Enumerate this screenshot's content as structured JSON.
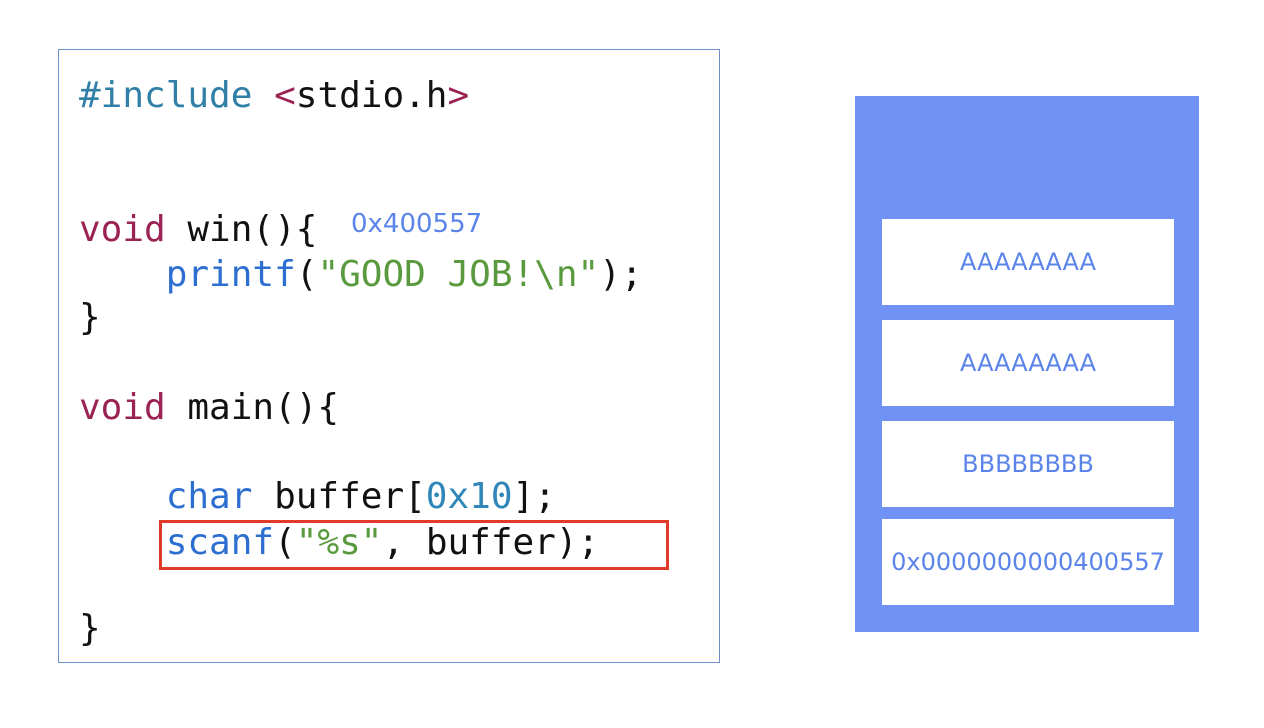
{
  "code": {
    "line1": {
      "directive": "#include",
      "space": " ",
      "lt": "<",
      "header": "stdio.h",
      "gt": ">"
    },
    "line2": {
      "type": "void",
      "rest": " win(){"
    },
    "line3": {
      "indent": "    ",
      "func": "printf",
      "open": "(",
      "str": "\"GOOD JOB!\\n\"",
      "close": ");"
    },
    "line4": {
      "text": "}"
    },
    "line5": {
      "type": "void",
      "rest": " main(){"
    },
    "line6": {
      "indent": "    ",
      "type": "char",
      "mid": " buffer[",
      "num": "0x10",
      "close": "];"
    },
    "line7": {
      "indent": "    ",
      "func": "scanf",
      "open": "(",
      "str": "\"%s\"",
      "close": ", buffer);"
    },
    "line8": {
      "text": "}"
    }
  },
  "win_address_note": "0x400557",
  "stack": {
    "cells": [
      "AAAAAAAA",
      "AAAAAAAA",
      "BBBBBBBB",
      "0x0000000000400557"
    ]
  },
  "colors": {
    "stack_background": "#6f92f4",
    "stack_text": "#5b84ea",
    "highlight_border": "#e03a2a",
    "panel_border": "#6f8fc9"
  }
}
